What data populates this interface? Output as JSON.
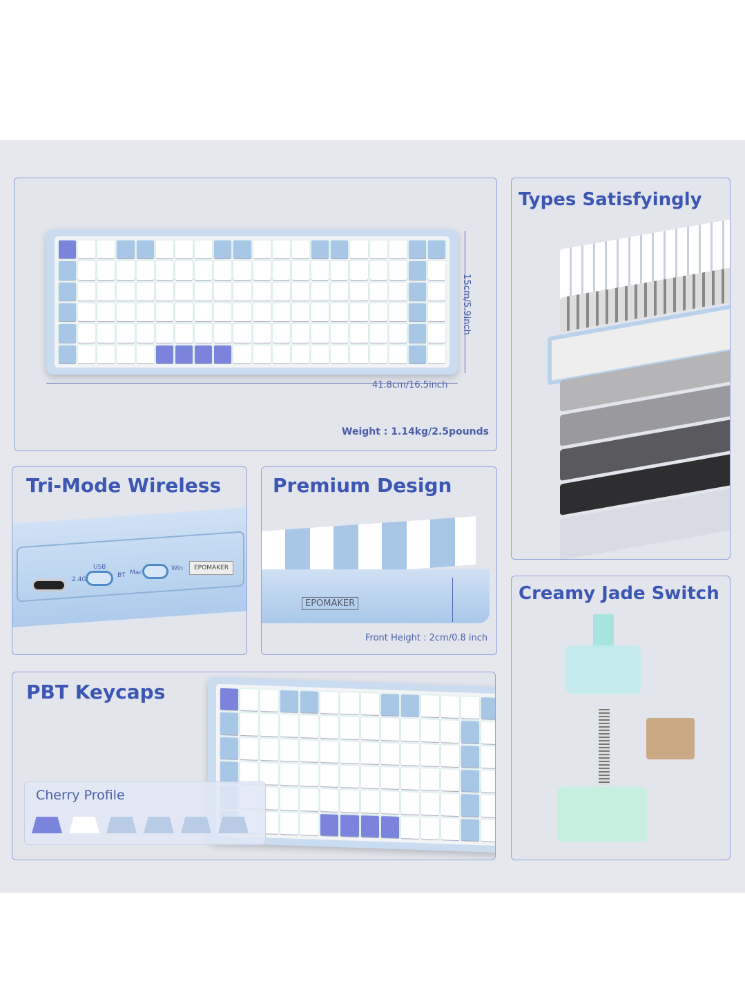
{
  "main": {
    "width_label": "41.8cm/16.5inch",
    "height_label": "15cm/5.9inch",
    "weight_label": "Weight : 1.14kg/2.5pounds"
  },
  "types": {
    "title": "Types Satisfyingly"
  },
  "wireless": {
    "title": "Tri-Mode Wireless",
    "switch1_top": "USB",
    "switch1_left": "2.4G",
    "switch1_right": "BT",
    "switch2_left": "Mac",
    "switch2_right": "Win",
    "logo": "EPOMAKER"
  },
  "premium": {
    "title": "Premium Design",
    "front_height": "Front Height : 2cm/0.8 inch",
    "logo": "EPOMAKER"
  },
  "switch": {
    "title": "Creamy Jade Switch"
  },
  "pbt": {
    "title": "PBT Keycaps",
    "profile_label": "Cherry Profile"
  },
  "colors": {
    "accent": "#3b56b3",
    "border": "#8fa3dc",
    "background": "#e6e8ee"
  }
}
